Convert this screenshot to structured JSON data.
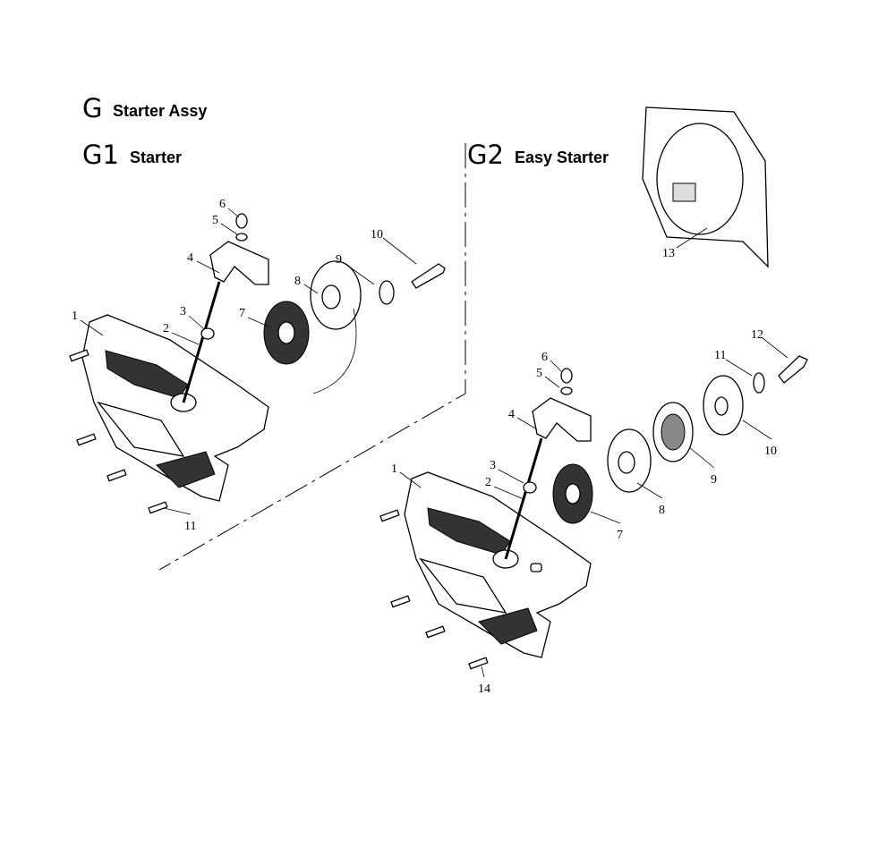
{
  "title": {
    "code": "G",
    "text": "Starter Assy"
  },
  "sections": [
    {
      "code": "G1",
      "text": "Starter",
      "callouts": [
        "1",
        "2",
        "3",
        "4",
        "5",
        "6",
        "7",
        "8",
        "9",
        "10",
        "11"
      ]
    },
    {
      "code": "G2",
      "text": "Easy Starter",
      "callouts": [
        "1",
        "2",
        "3",
        "4",
        "5",
        "6",
        "7",
        "8",
        "9",
        "10",
        "11",
        "12",
        "13",
        "14"
      ]
    }
  ]
}
